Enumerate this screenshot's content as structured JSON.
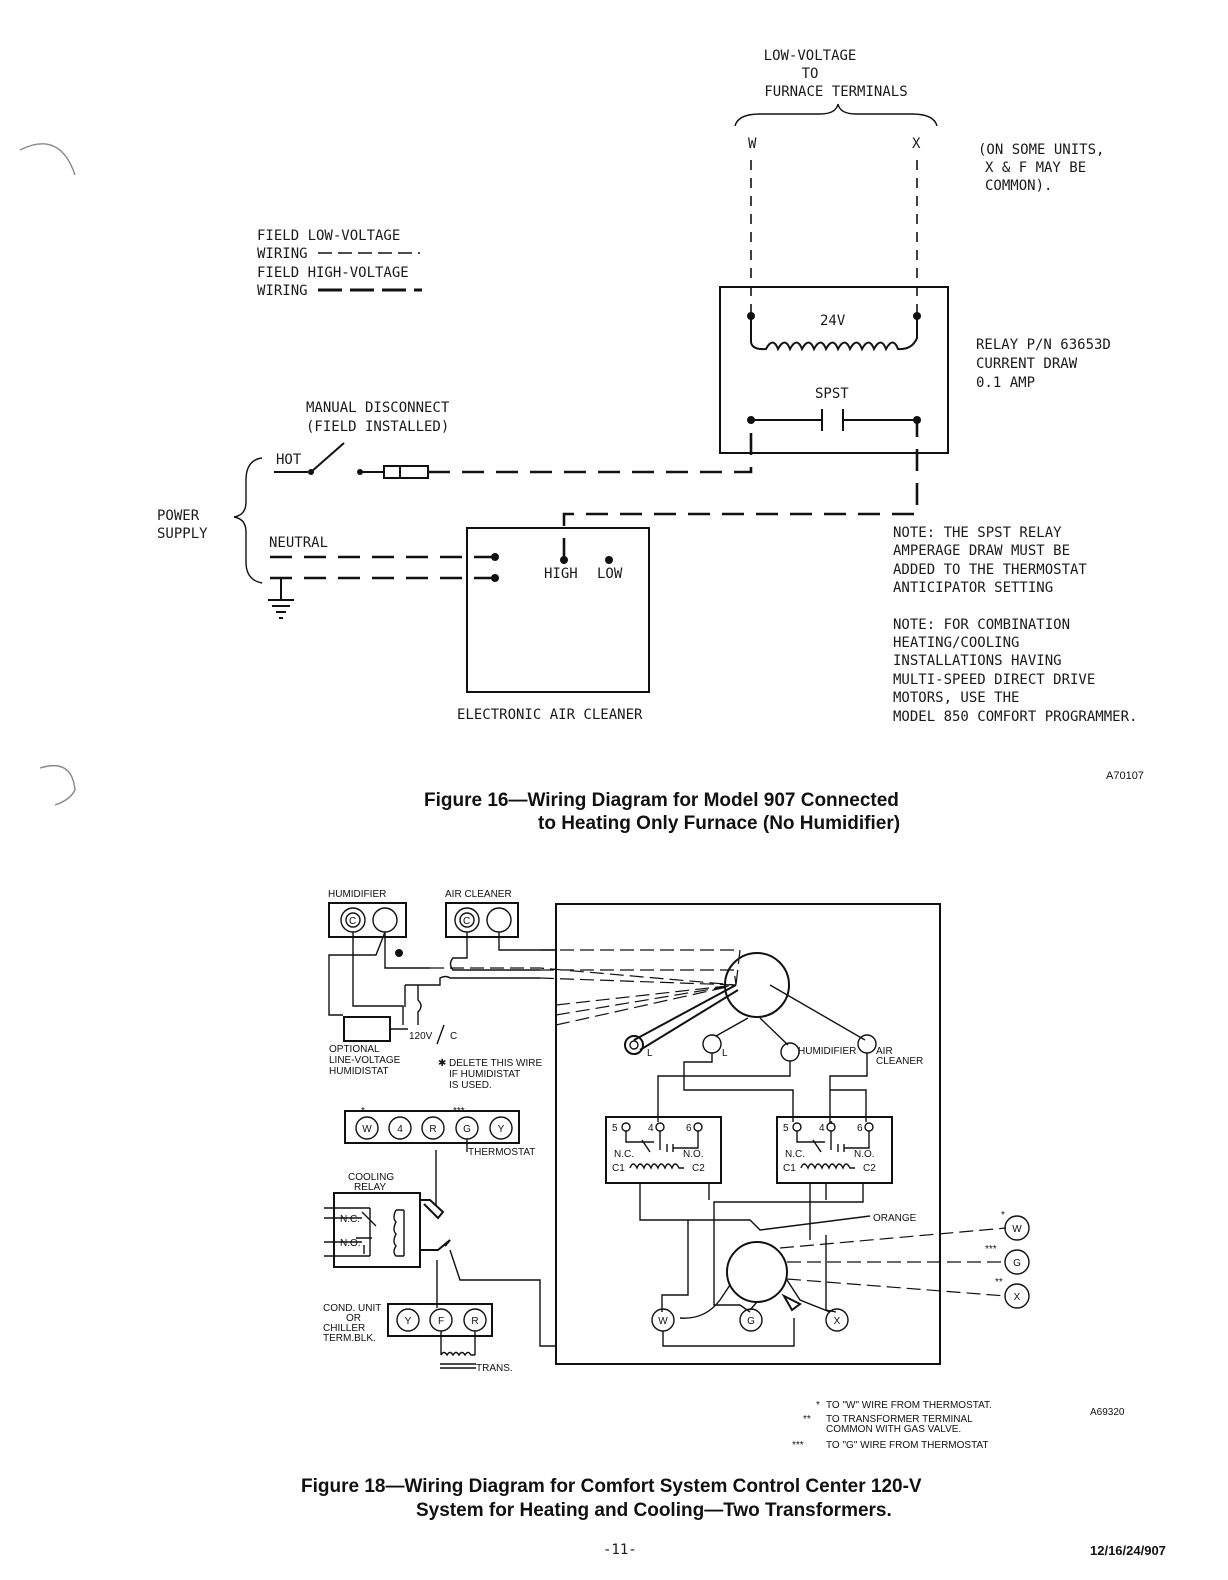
{
  "fig16": {
    "low_voltage": [
      "LOW-VOLTAGE",
      "TO",
      "FURNACE TERMINALS"
    ],
    "term_w": "W",
    "term_x": "X",
    "some_units": [
      "(ON SOME UNITS,",
      "X & F MAY BE",
      "COMMON)."
    ],
    "legend": [
      "FIELD LOW-VOLTAGE",
      "WIRING",
      "FIELD HIGH-VOLTAGE",
      "WIRING"
    ],
    "v24": "24V",
    "spst": "SPST",
    "relay": [
      "RELAY P/N 63653D",
      "CURRENT DRAW",
      "0.1 AMP"
    ],
    "disconnect": [
      "MANUAL DISCONNECT",
      "(FIELD INSTALLED)"
    ],
    "hot": "HOT",
    "power_supply": [
      "POWER",
      "SUPPLY"
    ],
    "neutral": "NEUTRAL",
    "high": "HIGH",
    "low": "LOW",
    "air_cleaner": "ELECTRONIC AIR CLEANER",
    "note1": [
      "NOTE:  THE SPST RELAY",
      "AMPERAGE DRAW MUST BE",
      "ADDED TO THE THERMOSTAT",
      "ANTICIPATOR SETTING"
    ],
    "note2": [
      "NOTE:  FOR COMBINATION",
      "HEATING/COOLING",
      "INSTALLATIONS HAVING",
      "MULTI-SPEED DIRECT DRIVE",
      "MOTORS, USE THE",
      "MODEL 850 COMFORT PROGRAMMER."
    ],
    "code": "A70107",
    "caption": [
      "Figure 16—Wiring Diagram for Model 907 Connected",
      "to Heating Only Furnace (No Humidifier)"
    ]
  },
  "fig18": {
    "humidifier": "HUMIDIFIER",
    "air_cleaner": "AIR CLEANER",
    "c": "C",
    "v120": "120V",
    "optional": [
      "OPTIONAL",
      "LINE-VOLTAGE",
      "HUMIDISTAT"
    ],
    "delete": [
      "DELETE THIS WIRE",
      "IF HUMIDISTAT",
      "IS USED."
    ],
    "thermostat_terms": [
      "W",
      "4",
      "R",
      "G",
      "Y"
    ],
    "thermostat": "THERMOSTAT",
    "cooling_relay": [
      "COOLING",
      "RELAY"
    ],
    "nc": "N.C.",
    "no": "N.O.",
    "cond_unit": [
      "COND. UNIT",
      "OR",
      "CHILLER",
      "TERM.BLK."
    ],
    "cond_terms": [
      "Y",
      "F",
      "R"
    ],
    "trans": "TRANS.",
    "l": "L",
    "humidifier_inner": "HUMIDIFIER",
    "air_cleaner_inner": [
      "AIR",
      "CLEANER"
    ],
    "relay_pins": [
      "5",
      "4",
      "6",
      "N.C.",
      "N.O.",
      "C1",
      "C2"
    ],
    "orange": "ORANGE",
    "inner_terms": [
      "W",
      "G",
      "X"
    ],
    "right_terms": [
      "W",
      "G",
      "X"
    ],
    "marks": [
      "*",
      "***",
      "**"
    ],
    "footnotes": [
      "TO \"W\" WIRE FROM THERMOSTAT.",
      "TO TRANSFORMER TERMINAL",
      "COMMON WITH GAS VALVE.",
      "TO \"G\" WIRE FROM THERMOSTAT"
    ],
    "code": "A69320",
    "caption": [
      "Figure 18—Wiring Diagram for Comfort System Control Center 120-V",
      "System for Heating and Cooling—Two Transformers."
    ]
  },
  "page_number": "-11-",
  "doc_code": "12/16/24/907"
}
